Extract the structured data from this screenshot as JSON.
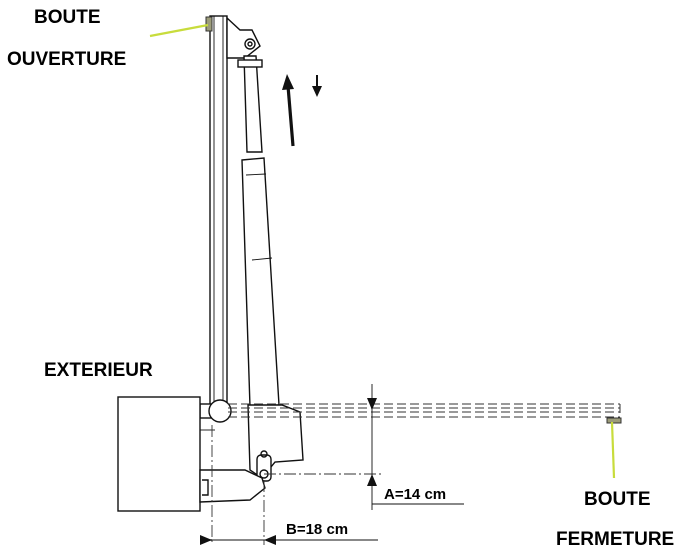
{
  "labels": {
    "stop_open_line1": "BOUTE",
    "stop_open_line2": "OUVERTURE",
    "exterior": "EXTERIEUR",
    "stop_close_line1": "BOUTE",
    "stop_close_line2": "FERMETURE"
  },
  "dimensions": {
    "a_label": "A=14 cm",
    "b_label": "B=18 cm"
  },
  "colors": {
    "leader": "#c8dc3c",
    "stop": "#9c9c7a"
  }
}
